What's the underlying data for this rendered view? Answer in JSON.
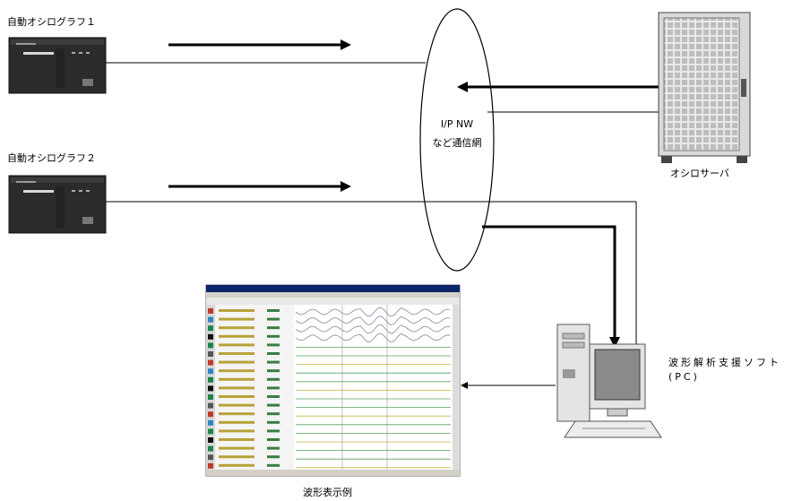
{
  "labels": {
    "device1": "自動オシログラフ１",
    "device2": "自動オシログラフ２",
    "network_line1": "I/P NW",
    "network_line2": "など通信網",
    "server": "オシロサーバ",
    "software_line1": "波形解析支援ソフト",
    "software_line2": "(PC)",
    "waveform_example": "波形表示例"
  },
  "icons": {
    "device1": "oscillograph-device-icon",
    "device2": "oscillograph-device-icon",
    "server": "server-rack-icon",
    "pc": "desktop-pc-icon",
    "screenshot": "waveform-screenshot-thumbnail"
  },
  "colors": {
    "line": "#000000",
    "device_body": "#2b2b2b",
    "server_body": "#e6e6e6",
    "waveform_bg": "#ffffff",
    "waveform_sidebar": "#d8d8d8"
  }
}
